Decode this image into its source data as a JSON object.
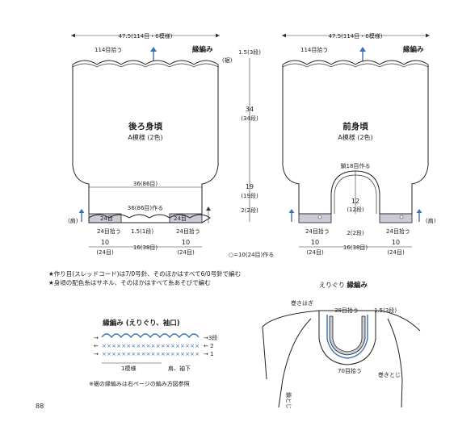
{
  "common": {
    "width_total": "47.5",
    "width_total_sub": "(114目・6模様)",
    "pickup_114": "114目拾う",
    "edging": "縁編み",
    "shoulder": "(裾)",
    "sleeve_side": "(肩)",
    "right_mark": "(肩)"
  },
  "back": {
    "title": "後ろ身頃",
    "pattern": "A模様 (2色)",
    "inner_width": "36(86目)",
    "cast_on": "36(86目)作る",
    "pick_left": "24目拾う",
    "pick_right": "24目拾う",
    "left_count": "24目",
    "right_count": "24目",
    "center_small": "1.5(1段)",
    "bottom_left_w": "10",
    "bottom_left_sub": "(24目)",
    "bottom_mid_w": "16(38目)",
    "bottom_right_w": "10",
    "bottom_right_sub": "(24目)"
  },
  "vertical": {
    "top": "1.5(3段)",
    "mid": "34",
    "mid_sub": "(34段)",
    "low": "19",
    "low_sub": "(19段)",
    "bottom": "2(2段)",
    "circle_note": "○=10(24目)作る"
  },
  "front": {
    "title": "前身頃",
    "pattern": "A模様 (2色)",
    "neck_make": "鎖18目作る",
    "neck_h": "12",
    "neck_h_sub": "(12段)",
    "neck_bottom": "2(2段)",
    "pick_left": "24目拾う",
    "pick_right": "24目拾う",
    "bottom_left_w": "10",
    "bottom_left_sub": "(24目)",
    "bottom_mid_w": "16(38目)",
    "bottom_right_w": "10",
    "bottom_right_sub": "(24目)"
  },
  "notes": {
    "line1": "★作り目(スレッドコード)は7/0号針、そのほかはすべて6/0号針で編む",
    "line2": "★身頃の配色糸はサネル、そのほかはすべて糸あそびで編む"
  },
  "edging_chart": {
    "title": "縁編み (えりぐり、袖口)",
    "row3": "→3段",
    "row2": "← 2",
    "row1": "→ 1",
    "pattern_label": "1模様",
    "hem_label": "肩、袖下",
    "note": "※裾の縁編みは右ページの編み方図参照"
  },
  "neckline": {
    "title": "えりぐり",
    "title_bold": "縁編み",
    "seam_top": "巻きはぎ",
    "pick_38": "38目拾う",
    "depth": "1.5(3段)",
    "pick_70": "70目拾う",
    "body_side": "巻きとじ",
    "sleeve_label": "鎖とじ"
  },
  "page_number": "88",
  "colors": {
    "accent": "#3c72b4",
    "band": "#c9ccd6"
  }
}
